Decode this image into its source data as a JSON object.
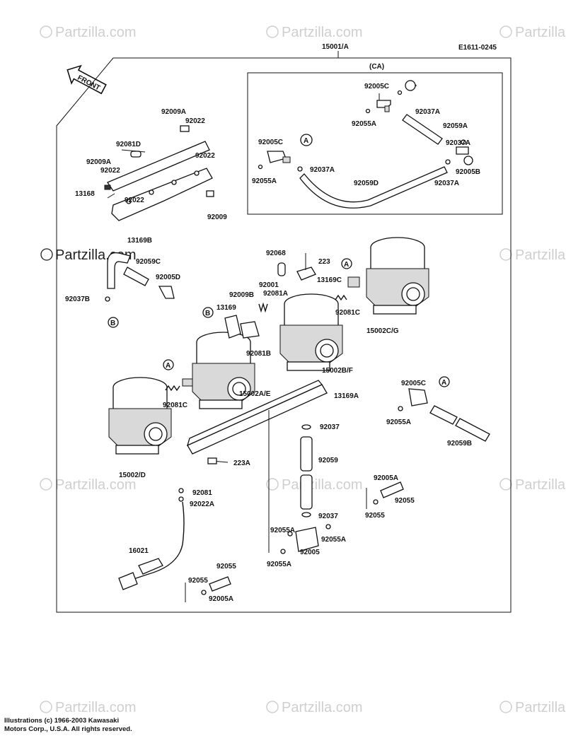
{
  "diagram": {
    "doc_code": "E1611-0245",
    "assembly_ref": "15001/A",
    "ca_label": "(CA)",
    "front_label": "FRONT",
    "callout_a": "A",
    "callout_b": "B",
    "watermark": "Partzilla.com",
    "credit_line1": "Illustrations (c) 1966-2003 Kawasaki",
    "credit_line2": "Motors Corp., U.S.A.  All rights reserved.",
    "parts": {
      "p92005C_a": "92005C",
      "p92037A_a": "92037A",
      "p92055A_a": "92055A",
      "p92059A": "92059A",
      "p92005C_b": "92005C",
      "p92037A_b": "92037A",
      "p92037A_c": "92037A",
      "p92005B": "92005B",
      "p92055A_b": "92055A",
      "p92059D": "92059D",
      "p92037A_d": "92037A",
      "p92009A_a": "92009A",
      "p92022_a": "92022",
      "p92081D": "92081D",
      "p92022_b": "92022",
      "p92009A_b": "92009A",
      "p92022_c": "92022",
      "p13168": "13168",
      "p92022_d": "92022",
      "p92009": "92009",
      "p13169B": "13169B",
      "p92059C": "92059C",
      "p92005D": "92005D",
      "p92037B": "92037B",
      "p92068": "92068",
      "p223": "223",
      "p92001": "92001",
      "p92009B": "92009B",
      "p92081A": "92081A",
      "p13169C": "13169C",
      "p13169": "13169",
      "p92081C_a": "92081C",
      "p15002CG": "15002C/G",
      "p92081B": "92081B",
      "p15002BF": "15002B/F",
      "p92081C_b": "92081C",
      "p15002AE": "15002A/E",
      "p13169A": "13169A",
      "p15002D": "15002/D",
      "p223A": "223A",
      "p92081": "92081",
      "p92022A": "92022A",
      "p16021": "16021",
      "p92055_a": "92055",
      "p92055_b": "92055",
      "p92005A_a": "92005A",
      "p92037_a": "92037",
      "p92059": "92059",
      "p92037_b": "92037",
      "p92055A_c": "92055A",
      "p92055A_d": "92055A",
      "p92005": "92005",
      "p92055A_e": "92055A",
      "p92005C_c": "92005C",
      "p92055A_f": "92055A",
      "p92059B": "92059B",
      "p92005A_b": "92005A",
      "p92055_c": "92055",
      "p92055_d": "92055"
    }
  }
}
